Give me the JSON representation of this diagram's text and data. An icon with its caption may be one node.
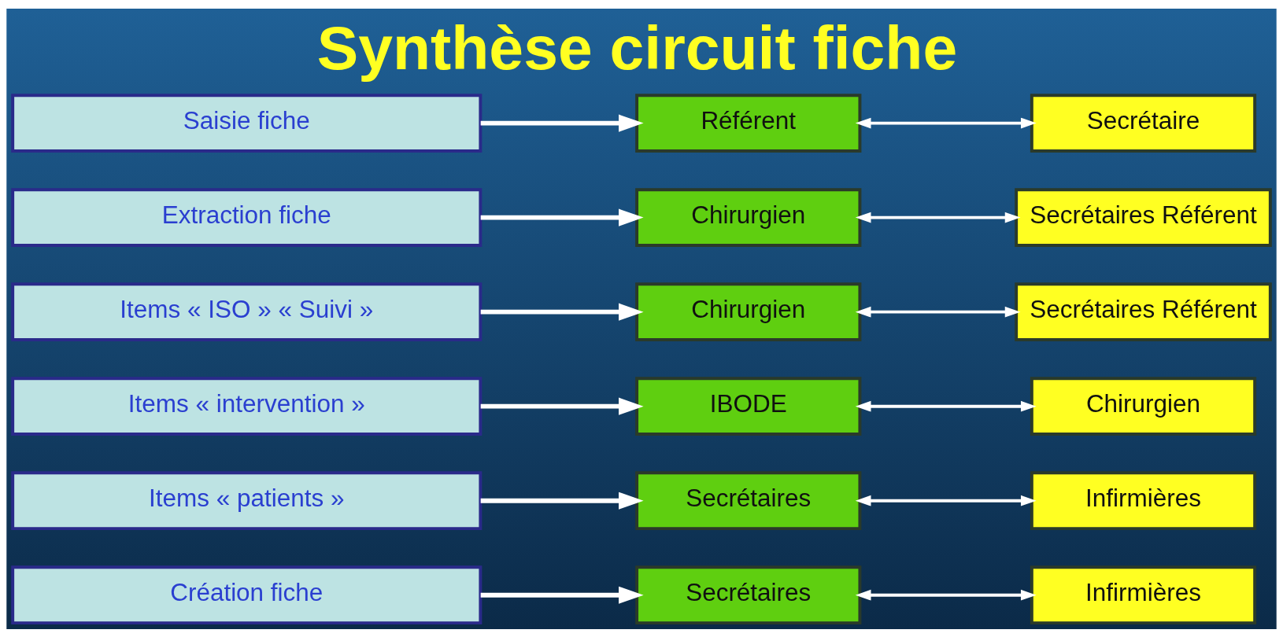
{
  "diagram": {
    "title": "Synthèse circuit fiche",
    "nodes": [
      {
        "text": [
          "Création fiche"
        ]
      },
      {
        "text": [
          "Secrétaires"
        ]
      },
      {
        "text": [
          "Infirmières"
        ]
      },
      {
        "text": [
          "Items « patients »"
        ]
      },
      {
        "text": [
          "Secrétaires"
        ]
      },
      {
        "text": [
          "Infirmières"
        ]
      },
      {
        "text": [
          "Items « intervention »"
        ]
      },
      {
        "text": [
          "IBODE"
        ]
      },
      {
        "text": [
          "Chirurgien"
        ]
      },
      {
        "text": [
          "Items « ISO » « Suivi »"
        ]
      },
      {
        "text": [
          "Chirurgien"
        ]
      },
      {
        "text": [
          "Secrétaires Référent"
        ]
      },
      {
        "text": [
          "Extraction fiche"
        ]
      },
      {
        "text": [
          "Chirurgien"
        ]
      },
      {
        "text": [
          "Secrétaires Référent"
        ]
      },
      {
        "text": [
          "Saisie fiche"
        ]
      },
      {
        "text": [
          "Référent"
        ]
      },
      {
        "text": [
          "Secrétaire"
        ]
      }
    ],
    "edges": [
      {
        "from": 0,
        "to": 1,
        "arrow": "to"
      },
      {
        "from": 1,
        "to": 2,
        "arrow": "both"
      },
      {
        "from": 3,
        "to": 4,
        "arrow": "to"
      },
      {
        "from": 4,
        "to": 5,
        "arrow": "both"
      },
      {
        "from": 6,
        "to": 7,
        "arrow": "to"
      },
      {
        "from": 7,
        "to": 8,
        "arrow": "both"
      },
      {
        "from": 9,
        "to": 10,
        "arrow": "to"
      },
      {
        "from": 10,
        "to": 11,
        "arrow": "both"
      },
      {
        "from": 12,
        "to": 13,
        "arrow": "to"
      },
      {
        "from": 13,
        "to": 14,
        "arrow": "both"
      },
      {
        "from": 15,
        "to": 16,
        "arrow": "to"
      },
      {
        "from": 16,
        "to": 17,
        "arrow": "both"
      }
    ]
  }
}
